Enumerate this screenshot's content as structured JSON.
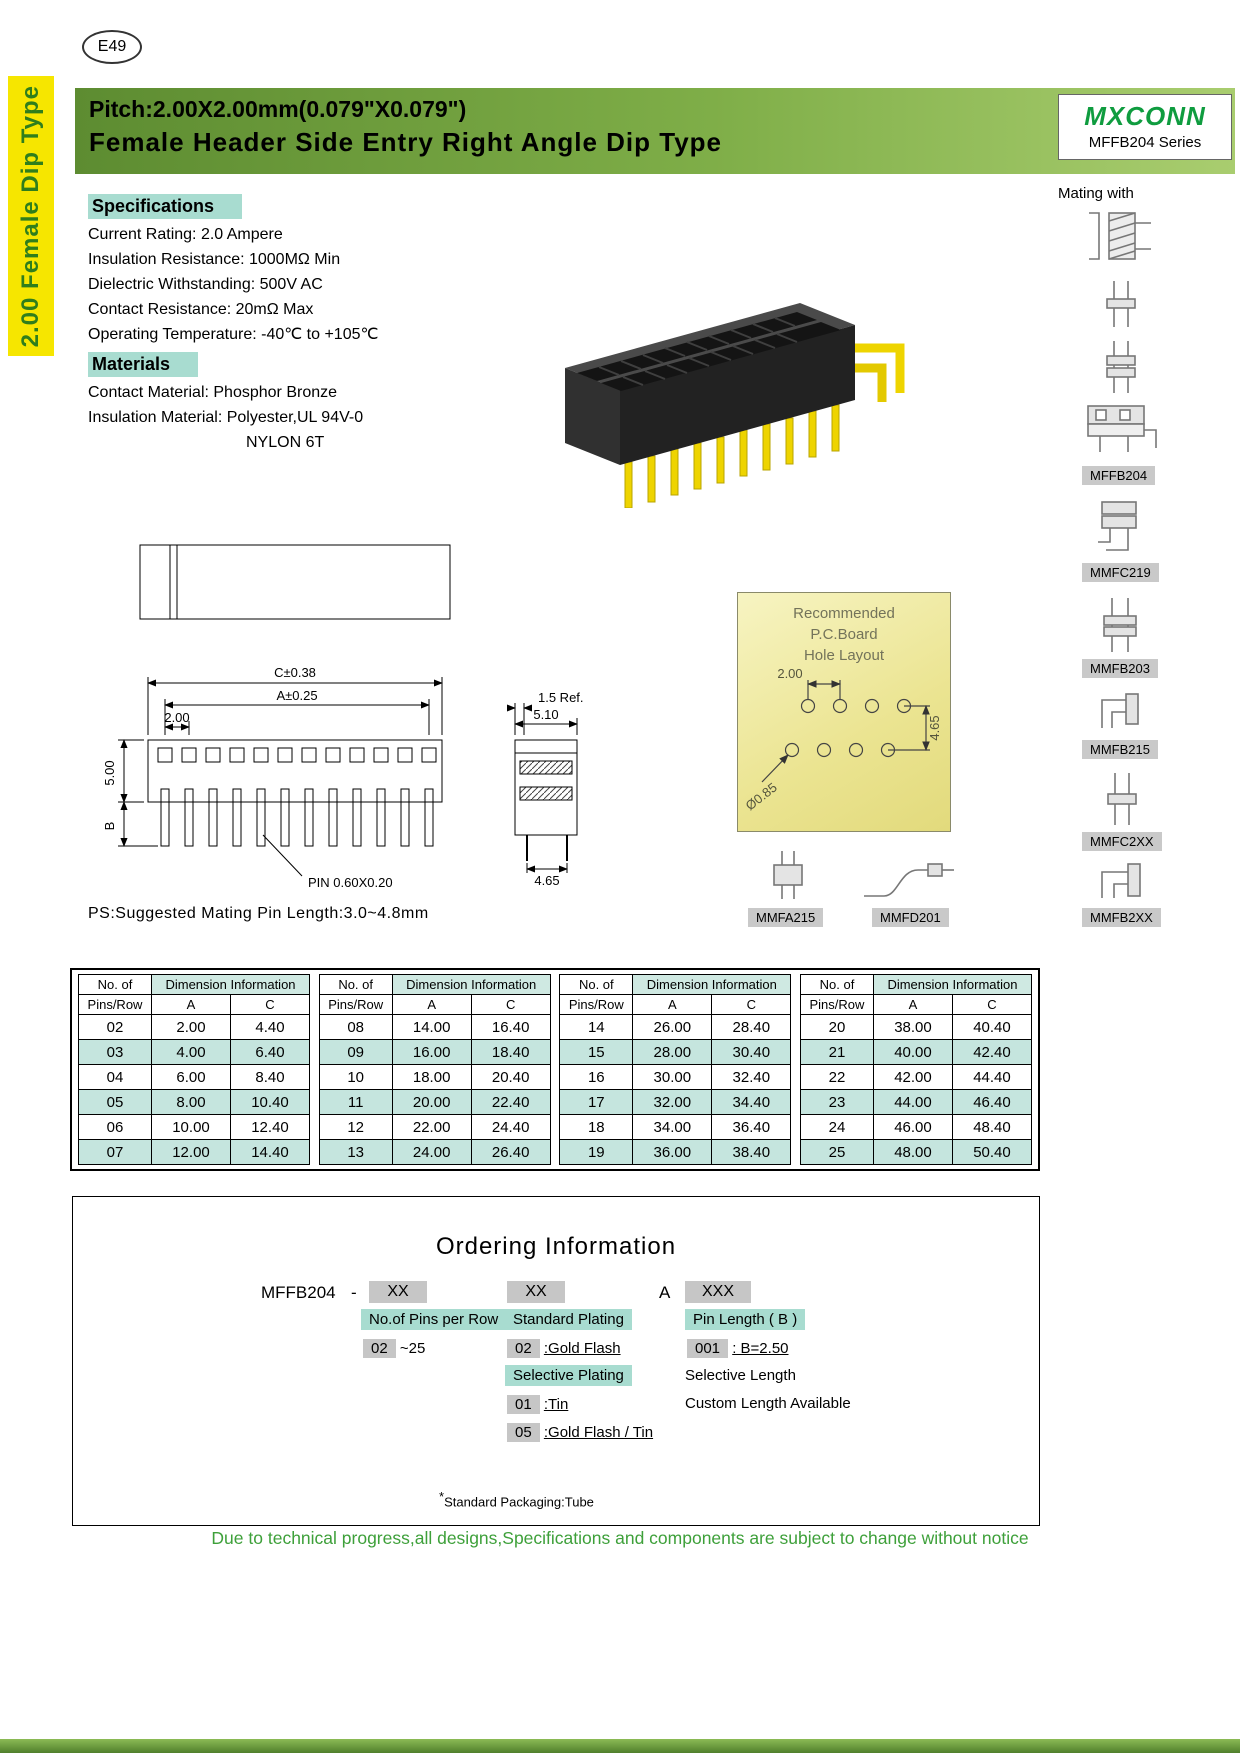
{
  "page": {
    "code": "E49",
    "side_tab": "2.00 Female Dip Type",
    "footer": "Due to technical progress,all designs,Specifications and components are subject to change without notice"
  },
  "header": {
    "title1": "Pitch:2.00X2.00mm(0.079\"X0.079\")",
    "title2": "Female Header Side Entry Right Angle Dip Type",
    "brand": "MXCONN",
    "series": "MFFB204 Series"
  },
  "specs": {
    "heading": "Specifications",
    "lines": [
      "Current Rating: 2.0 Ampere",
      "Insulation Resistance: 1000MΩ Min",
      "Dielectric Withstanding: 500V AC",
      "Contact  Resistance: 20mΩ Max",
      "Operating Temperature: -40℃ to +105℃"
    ]
  },
  "materials": {
    "heading": "Materials",
    "lines": [
      "Contact Material: Phosphor Bronze",
      "Insulation Material: Polyester,UL 94V-0",
      "NYLON 6T"
    ]
  },
  "mating": {
    "heading": "Mating with",
    "labels": [
      "MFFB204",
      "MMFC219",
      "MMFB203",
      "MMFB215",
      "MMFC2XX",
      "MMFA215",
      "MMFD201",
      "MMFB2XX"
    ]
  },
  "drawing": {
    "dim_c": "C±0.38",
    "dim_a": "A±0.25",
    "dim_pitch": "2.00",
    "dim_h": "5.00",
    "dim_b": "B",
    "dim_pin": "PIN  0.60X0.20",
    "dim_ref": "1.5  Ref.",
    "dim_510": "5.10",
    "dim_465": "4.65",
    "ps_note": "PS:Suggested Mating Pin Length:3.0~4.8mm",
    "hole": {
      "line1": "Recommended",
      "line2": "P.C.Board",
      "line3": "Hole  Layout",
      "dim_pitch": "2.00",
      "dim_hole": "Ø0.85",
      "dim_row": "4.65"
    }
  },
  "table": {
    "h_no": "No. of",
    "h_pins": "Pins/Row",
    "h_dim": "Dimension Information",
    "h_a": "A",
    "h_c": "C",
    "groups": [
      {
        "rows": [
          [
            "02",
            "2.00",
            "4.40"
          ],
          [
            "03",
            "4.00",
            "6.40"
          ],
          [
            "04",
            "6.00",
            "8.40"
          ],
          [
            "05",
            "8.00",
            "10.40"
          ],
          [
            "06",
            "10.00",
            "12.40"
          ],
          [
            "07",
            "12.00",
            "14.40"
          ]
        ]
      },
      {
        "rows": [
          [
            "08",
            "14.00",
            "16.40"
          ],
          [
            "09",
            "16.00",
            "18.40"
          ],
          [
            "10",
            "18.00",
            "20.40"
          ],
          [
            "11",
            "20.00",
            "22.40"
          ],
          [
            "12",
            "22.00",
            "24.40"
          ],
          [
            "13",
            "24.00",
            "26.40"
          ]
        ]
      },
      {
        "rows": [
          [
            "14",
            "26.00",
            "28.40"
          ],
          [
            "15",
            "28.00",
            "30.40"
          ],
          [
            "16",
            "30.00",
            "32.40"
          ],
          [
            "17",
            "32.00",
            "34.40"
          ],
          [
            "18",
            "34.00",
            "36.40"
          ],
          [
            "19",
            "36.00",
            "38.40"
          ]
        ]
      },
      {
        "rows": [
          [
            "20",
            "38.00",
            "40.40"
          ],
          [
            "21",
            "40.00",
            "42.40"
          ],
          [
            "22",
            "42.00",
            "44.40"
          ],
          [
            "23",
            "44.00",
            "46.40"
          ],
          [
            "24",
            "46.00",
            "48.40"
          ],
          [
            "25",
            "48.00",
            "50.40"
          ]
        ]
      }
    ]
  },
  "ordering": {
    "title": "Ordering Information",
    "prefix": "MFFB204",
    "dash": "-",
    "ph1": "XX",
    "ph2": "XX",
    "fixed_a": "A",
    "ph3": "XXX",
    "pins_heading": "No.of Pins per Row",
    "pins_code": "02",
    "pins_range": "~25",
    "std_heading": "Standard Plating",
    "std_code": "02",
    "std_label": ":Gold Flash",
    "sel_heading": "Selective Plating",
    "sel1_code": "01",
    "sel1_label": ":Tin",
    "sel2_code": "05",
    "sel2_label": ":Gold Flash / Tin",
    "len_heading": "Pin Length ( B )",
    "len_code": "001",
    "len_label": ": B=2.50",
    "sel_len_heading": "Selective Length",
    "sel_len_note": "Custom Length Available",
    "pkg_star": "*",
    "pkg_note": "Standard Packaging:Tube"
  }
}
